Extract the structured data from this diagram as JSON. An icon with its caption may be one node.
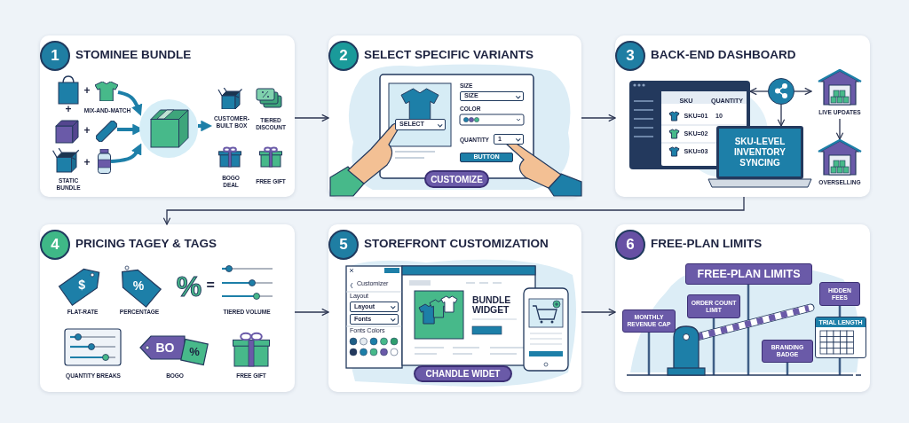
{
  "diagram": {
    "nodes": [
      {
        "text": [
          "1",
          "STOMINEE BUNDLE"
        ]
      },
      {
        "text": [
          "2",
          "SELECT SPECIFIC VARIANTS"
        ]
      },
      {
        "text": [
          "3",
          "BACK-END DASHBOARD"
        ]
      },
      {
        "text": [
          "4",
          "PRICING TAGEY & TAGS"
        ]
      },
      {
        "text": [
          "5",
          "STOREFRONT CUSTOMIZATION"
        ]
      },
      {
        "text": [
          "6",
          "FREE-PLAN LIMITS"
        ]
      },
      {
        "text": [],
        "shape": "picture",
        "in": 0
      },
      {
        "text": [
          "CUSTOMER-BUILT BOX"
        ],
        "in": 0
      },
      {
        "text": [
          "CUSTOMIZE"
        ],
        "in": 1
      },
      {
        "text": [],
        "shape": "picture",
        "in": 2
      },
      {
        "text": [],
        "shape": "circle",
        "in": 2
      },
      {
        "text": [
          "LIVE UPDATES"
        ],
        "in": 2
      },
      {
        "text": [
          "SKU-LEVEL INVENTORY SYNCING"
        ],
        "in": 2
      },
      {
        "text": [
          "OVERSELLING"
        ],
        "in": 2
      },
      {
        "text": [
          "CHANDLE WIDET"
        ],
        "in": 4
      },
      {
        "text": [
          "FREE-PLAN LIMITS"
        ],
        "in": 5
      },
      {
        "text": [
          "ORDER COUNT LIMIT"
        ],
        "in": 5
      },
      {
        "text": [
          "MONTHLY REVENUE CAP"
        ],
        "in": 5
      },
      {
        "text": [
          "HIDDEN FEES"
        ],
        "in": 5
      },
      {
        "text": [
          "TRIAL LENGTH"
        ],
        "in": 5
      },
      {
        "text": [
          "BRANDING BADGE"
        ],
        "in": 5
      },
      {
        "text": [],
        "shape": "picture",
        "in": 0
      },
      {
        "text": [],
        "shape": "picture",
        "in": 0
      },
      {
        "text": [],
        "shape": "picture",
        "in": 0
      }
    ],
    "edges": [
      {
        "from": 0,
        "to": 1,
        "arrow": "to"
      },
      {
        "from": 1,
        "to": 2,
        "arrow": "to"
      },
      {
        "from": 2,
        "to": 3,
        "arrow": "to"
      },
      {
        "from": 3,
        "to": 4,
        "arrow": "to"
      },
      {
        "from": 4,
        "to": 5,
        "arrow": "to"
      },
      {
        "from": 21,
        "to": 6,
        "arrow": "to",
        "style": "thick",
        "color": "#1d7fa8"
      },
      {
        "from": 22,
        "to": 6,
        "arrow": "to",
        "style": "thick",
        "color": "#1d7fa8"
      },
      {
        "from": 23,
        "to": 6,
        "arrow": "to",
        "style": "thick",
        "color": "#1d7fa8"
      },
      {
        "from": 6,
        "to": 7,
        "arrow": "to",
        "style": "thick",
        "color": "#1d7fa8"
      },
      {
        "from": 10,
        "to": 9,
        "arrow": "to"
      },
      {
        "from": 10,
        "to": 11,
        "arrow": "to"
      },
      {
        "from": 10,
        "to": 12,
        "arrow": "to"
      },
      {
        "from": 11,
        "to": 13,
        "arrow": "to"
      }
    ],
    "labels": [
      "+",
      "MIX-AND-MATCH",
      "+",
      "+",
      "+",
      "STATIC BUNDLE",
      "TIERED DISCOUNT",
      "BOGO DEAL",
      "FREE GIFT",
      "SIZE",
      "SIZE",
      "COLOR",
      "SELECT",
      "QUANTITY",
      "1",
      "BUTTON",
      "SKU",
      "QUANTITY",
      "SKU=01",
      "10",
      "SKU=02",
      "SKU=03",
      "$",
      "%",
      "%",
      "=",
      "FLAT-RATE",
      "PERCENTAGE",
      "TIERED VOLUME",
      "BO",
      "%",
      "QUANTITY BREAKS",
      "BOGO",
      "FREE GIFT",
      "Customizer",
      "Layout",
      "Layout",
      "Fonts",
      "Fonts Colors",
      "BUNDLE WIDGET"
    ]
  }
}
